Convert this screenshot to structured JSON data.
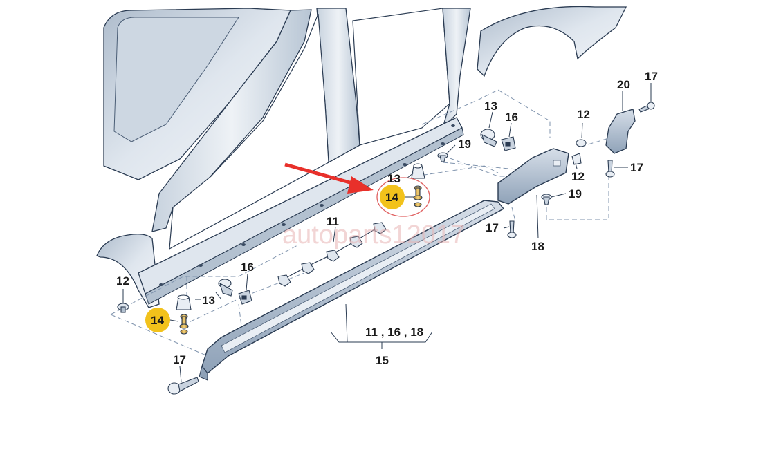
{
  "diagram": {
    "watermark": "autoparts12017",
    "callouts": [
      {
        "id": "c12-left",
        "text": "12"
      },
      {
        "id": "c13-left",
        "text": "13"
      },
      {
        "id": "c14-left",
        "text": "14",
        "highlight": true
      },
      {
        "id": "c16-left",
        "text": "16"
      },
      {
        "id": "c17-front",
        "text": "17"
      },
      {
        "id": "c11-clips",
        "text": "11"
      },
      {
        "id": "c13-mid",
        "text": "13"
      },
      {
        "id": "c14-mid",
        "text": "14",
        "highlight": true
      },
      {
        "id": "c13-top",
        "text": "13"
      },
      {
        "id": "c16-top",
        "text": "16"
      },
      {
        "id": "c19-top",
        "text": "19"
      },
      {
        "id": "c12-right-top",
        "text": "12"
      },
      {
        "id": "c12-right-bottom",
        "text": "12"
      },
      {
        "id": "c19-right",
        "text": "19"
      },
      {
        "id": "c17-mid",
        "text": "17"
      },
      {
        "id": "c18",
        "text": "18"
      },
      {
        "id": "c20",
        "text": "20"
      },
      {
        "id": "c17-top-right",
        "text": "17"
      },
      {
        "id": "c17-right",
        "text": "17"
      },
      {
        "id": "c-set",
        "text": "11 , 16 , 18"
      },
      {
        "id": "c15",
        "text": "15"
      }
    ],
    "colors": {
      "highlight": "#f2c21b",
      "arrow": "#e8302a",
      "ring": "#e06060",
      "panel": "#c9d3df",
      "panel_dark": "#9fb0c3",
      "outline": "#2a3b52",
      "dash": "#7f93ad",
      "brass": "#d9a73a"
    }
  }
}
